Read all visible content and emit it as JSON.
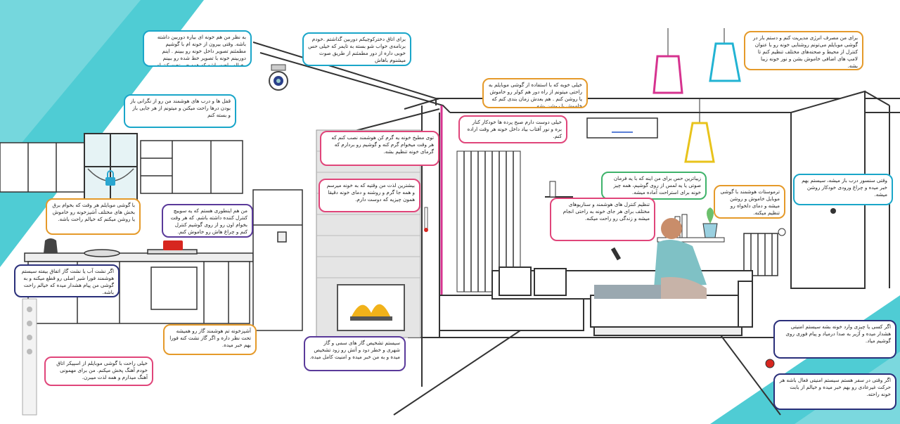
{
  "colors": {
    "teal": "#3cc6cf",
    "cyan_border": "#1aa6c9",
    "orange_border": "#e59a2a",
    "pink_border": "#e0457a",
    "green_border": "#3fb36b",
    "purple_border": "#5a3a9a",
    "navy_border": "#2a2f7a",
    "magenta_lamp": "#d6338f",
    "yellow_lamp": "#e8c31b",
    "cyan_lamp": "#22b3d3",
    "red_button": "#d7261f"
  },
  "icons": [
    "camera-icon",
    "padlock-icon",
    "thermometer-icon",
    "remote-control-icon",
    "alarm-button-icon",
    "thermostat-dial-icon"
  ],
  "bubbles": {
    "camera": "به نظر من هم خونه ای بیاره دوربین داشته باشه. وقتی بیرون از خونه ام با گوشیم مطمئنم تصویر داخل خونه رو ببینم . اینم دوربینم خونه با تصویر خط شده رو ببینم وخیالم راحت باشه که همه چی تحت کنترله",
    "speaker": "برای اتاق دخترکوچیکم دوربین گذاشتم .خودم برنامه‌ی خواب شو بسته به تایمر که خیلی حس خوبی داره از دور مطمئنم از طریق صوت میشنوم باهاش",
    "lights": "برای من مصرف انرژی مدیریت کنم و دستم باز در گوشی موبایلم می‌تونم روشنایی خونه رو با عنوان کنترل از محیط و صحنه‌های مختلف تنظیم کنم تا لامپ های اضافی خاموش بشن و نور خونه زیبا بشه.",
    "ac": "خیلی خوبه که با استفاده از گوشی موبایلم به راحتی میتونم از راه دور هم کولر رو خاموش یا روشن کنم . هم بعدش زمان بندی کنم که خاموش یا روشن بشه.",
    "curtain": "خیلی دوست دارم صبح پرده ها خودکار کنار بره و نور آفتاب بیاد داخل خونه هر وقت اراده کنم.",
    "kitchen_lock": "قفل ها و درب های هوشمند من رو از نگرانی باز بودن درها راحت میکنن و میتونم از هر جایی باز و بسته کنم",
    "fireplace_top": "توی مطبخ خونه یه گرم کن هوشمند نصب کنم که هر وقت میخوام گرم کنه و گوشیم رو بردارم که گرمای خونه تنظیم بشه.",
    "fireplace_mid": "بیشترین لذت من وقتیه که به خونه میرسم و همه جا گرم و روشنه و دمای خونه دقیقا همون چیزیه که دوست دارم.",
    "kitchen_orange": "با گوشی موبایلم هر وقت که بخوام برق بخش های مختلف آشپزخونه رو خاموش یا روشن میکنم که خیالم راحت باشه.",
    "kitchen_purple": "من هم اینطوری هستم که یه سوییچ کنترل کننده داشته باشم. که هر وقت بخوام اون رو از روی گوشیم کنترل کنم و چراغ هاش رو خاموش کنم.",
    "kitchen_navy": "اگر نشت آب یا نشت گاز اتفاق بیفته سیستم هوشمند فورا شیر اصلی رو قطع میکنه و به گوشی من پیام هشدار میده که خیالم راحت باشه.",
    "stove": "آشپزخونه تم هوشمند گاز رو همیشه تحت نظر داره و اگر گاز نشت کنه فورا بهم خبر میده.",
    "speaker_bottom": "خیلی راحت با گوشی موبایلم از اسپیکر اتاق خودم آهنگ پخش میکنم. من برای مهمونی آهنگ میذارم و همه لذت میبرن.",
    "fireplace_bottom": "سیستم تشخیص گاز های سمی و گاز شهری و خطر دود و آتش رو زود تشخیص میده و به من خبر میده و امنیت کامل میده.",
    "living_green": "زیباترین حس برای من اینه که با یه فرمان صوتی یا یه لمس از روی گوشیم، همه چیز خونه برای استراحت آماده میشه.",
    "living_pink": "تنظیم کنترل های هوشمند و سناریوهای مختلف برای هر جای خونه به راحتی انجام میشه و زندگی رو راحت میکنه.",
    "thermostat": "ترموستات هوشمند با گوشی موبایل خاموش و روشن میشه و دمای دلخواه رو تنظیم میکنه.",
    "door": "وقتی سنسور درب باز میشه، سیستم بهم خبر میده و چراغ ورودی خودکار روشن میشه.",
    "alarm": "اگر کسی یا چیزی وارد خونه بشه سیستم امنیتی هشدار میده و آژیر به صدا درمیاد و پیام فوری روی گوشیم میاد.",
    "alarm_bottom": "اگر وقتی در سفر هستم سیستم امنیتی فعال باشه هر حرکت غیرعادی رو بهم خبر میده و خیالم از بابت خونه راحته."
  }
}
